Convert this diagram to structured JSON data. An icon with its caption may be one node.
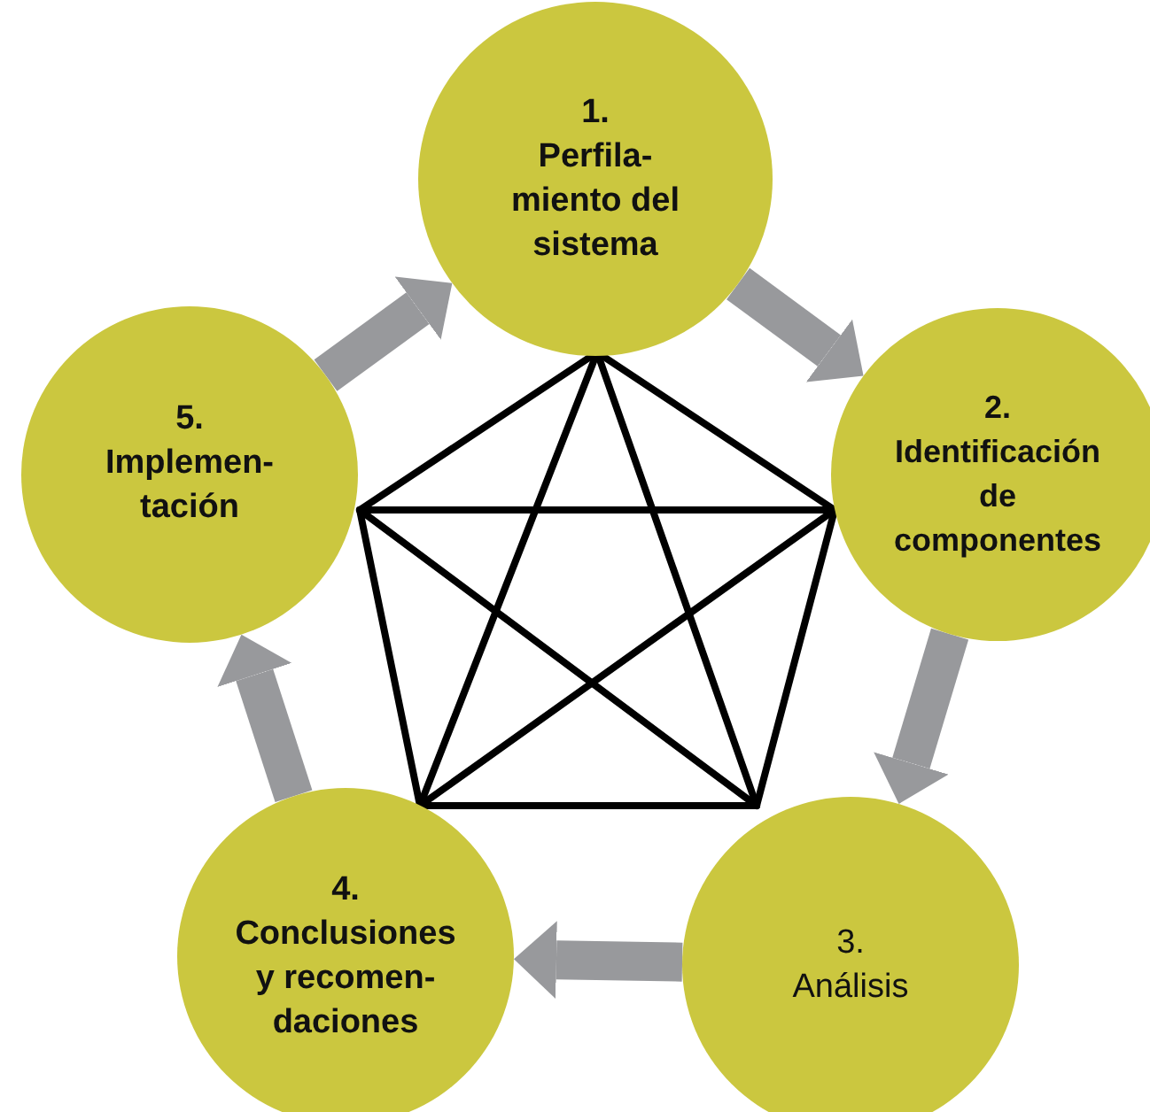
{
  "diagram": {
    "nodes": [
      {
        "text": [
          "1.",
          "Perfila- miento del sistema"
        ]
      },
      {
        "text": [
          "2.",
          "Identificación de componentes"
        ]
      },
      {
        "text": [
          "3.",
          "Análisis"
        ]
      },
      {
        "text": [
          "4.",
          "Conclusiones y recomen- daciones"
        ]
      },
      {
        "text": [
          "5.",
          "Implemen- tación"
        ]
      }
    ],
    "edges": [
      {
        "from": 0,
        "to": 1,
        "arrow": "to",
        "style": "thick",
        "color": "#98999c"
      },
      {
        "from": 1,
        "to": 2,
        "arrow": "to",
        "style": "thick",
        "color": "#98999c"
      },
      {
        "from": 2,
        "to": 3,
        "arrow": "to",
        "style": "thick",
        "color": "#98999c"
      },
      {
        "from": 3,
        "to": 4,
        "arrow": "to",
        "style": "thick",
        "color": "#98999c"
      },
      {
        "from": 4,
        "to": 0,
        "arrow": "to",
        "style": "thick",
        "color": "#98999c"
      },
      {
        "from": 0,
        "to": 1,
        "arrow": "none"
      },
      {
        "from": 0,
        "to": 2,
        "arrow": "none"
      },
      {
        "from": 0,
        "to": 3,
        "arrow": "none"
      },
      {
        "from": 0,
        "to": 4,
        "arrow": "none"
      },
      {
        "from": 1,
        "to": 2,
        "arrow": "none"
      },
      {
        "from": 1,
        "to": 3,
        "arrow": "none"
      },
      {
        "from": 1,
        "to": 4,
        "arrow": "none"
      },
      {
        "from": 2,
        "to": 3,
        "arrow": "none"
      },
      {
        "from": 2,
        "to": 4,
        "arrow": "none"
      },
      {
        "from": 3,
        "to": 4,
        "arrow": "none"
      }
    ]
  }
}
